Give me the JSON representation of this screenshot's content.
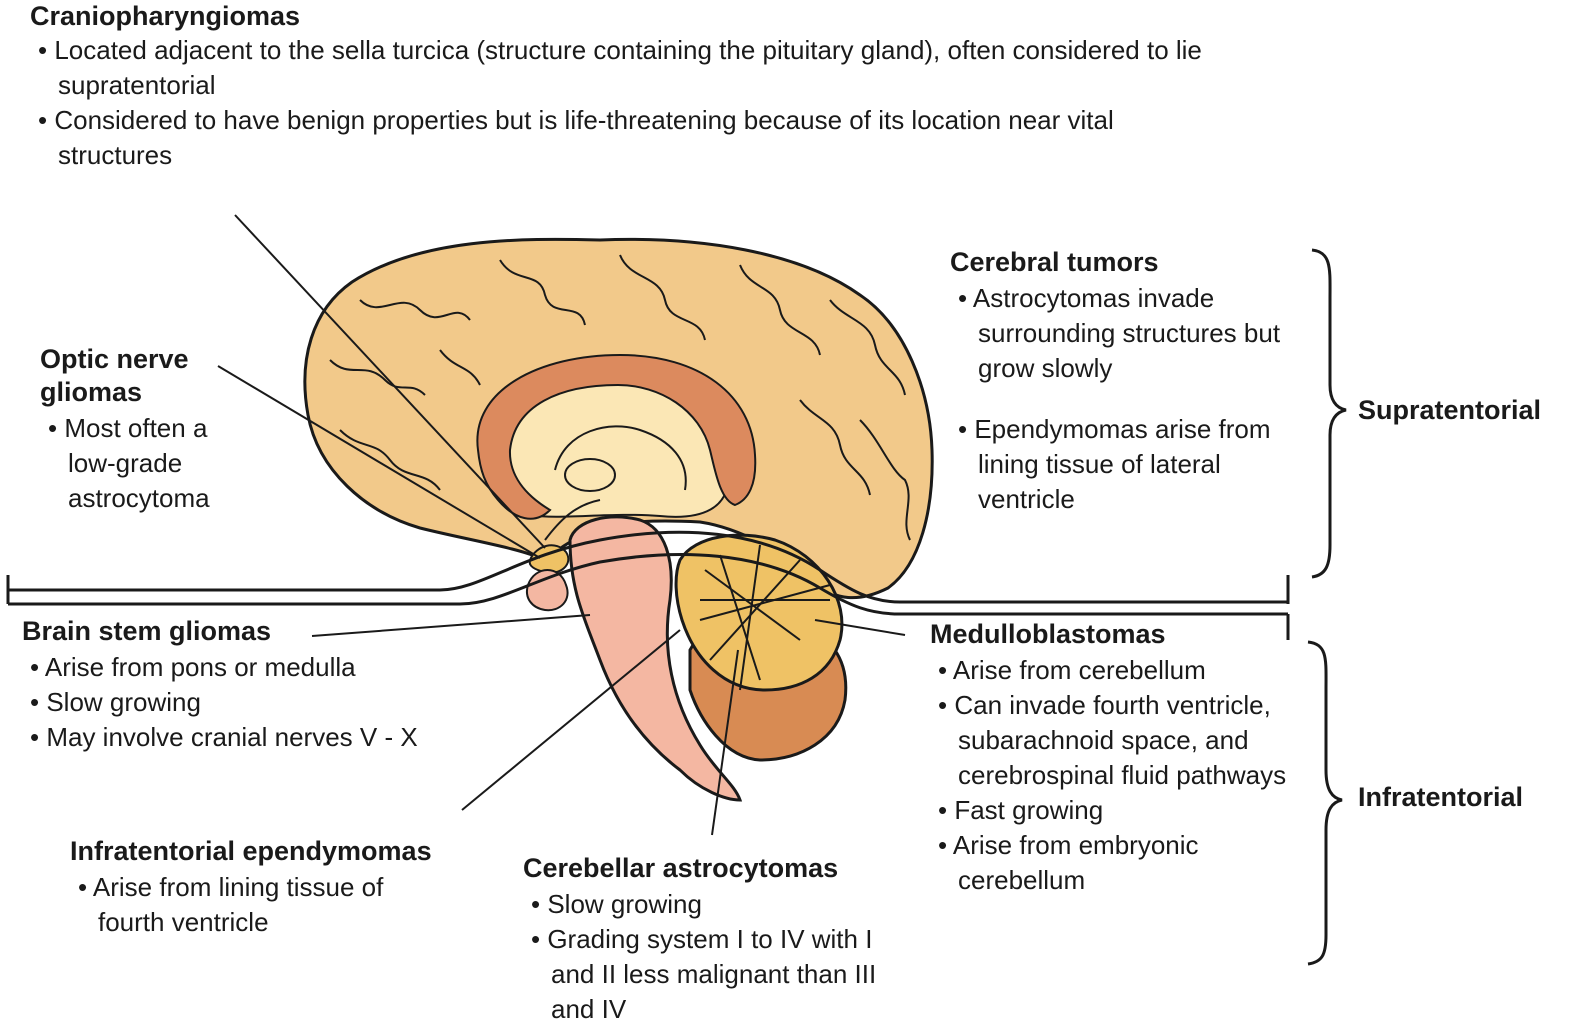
{
  "colors": {
    "cerebrum": "#f2c98a",
    "corpus_callosum": "#dc8a5e",
    "inner": "#fbe7b5",
    "brainstem": "#f4b7a2",
    "cerebellum": "#efc265",
    "cerebellum_dark": "#d88b53",
    "ink": "#1a1a1a"
  },
  "labels": {
    "craniopharyngiomas": {
      "title": "Craniopharyngiomas",
      "items": [
        "Located adjacent to the sella turcica (structure containing the pituitary gland), often considered to lie supratentorial",
        "Considered to have benign properties but is life-threatening because of its location near vital structures"
      ]
    },
    "optic": {
      "title_line1": "Optic nerve",
      "title_line2": "gliomas",
      "items": [
        "Most often a low-grade astrocytoma"
      ]
    },
    "cerebral": {
      "title": "Cerebral tumors",
      "items": [
        "Astrocytomas invade surrounding structures but grow slowly",
        "Ependymomas arise from lining tissue of lateral ventricle"
      ]
    },
    "brainstem": {
      "title": "Brain stem gliomas",
      "items": [
        "Arise from pons or medulla",
        "Slow growing",
        "May involve cranial nerves V - X"
      ]
    },
    "medullo": {
      "title": "Medulloblastomas",
      "items": [
        "Arise from cerebellum",
        "Can invade fourth ventricle, subarachnoid space, and cerebrospinal fluid pathways",
        "Fast growing",
        "Arise from embryonic cerebellum"
      ]
    },
    "infra_ependymomas": {
      "title": "Infratentorial ependymomas",
      "items": [
        "Arise from lining tissue of fourth ventricle"
      ]
    },
    "cerebellar": {
      "title": "Cerebellar astrocytomas",
      "items": [
        "Slow growing",
        "Grading system I to IV with I and II less malignant than III and IV"
      ]
    }
  },
  "regions": {
    "supratentorial": "Supratentorial",
    "infratentorial": "Infratentorial"
  }
}
